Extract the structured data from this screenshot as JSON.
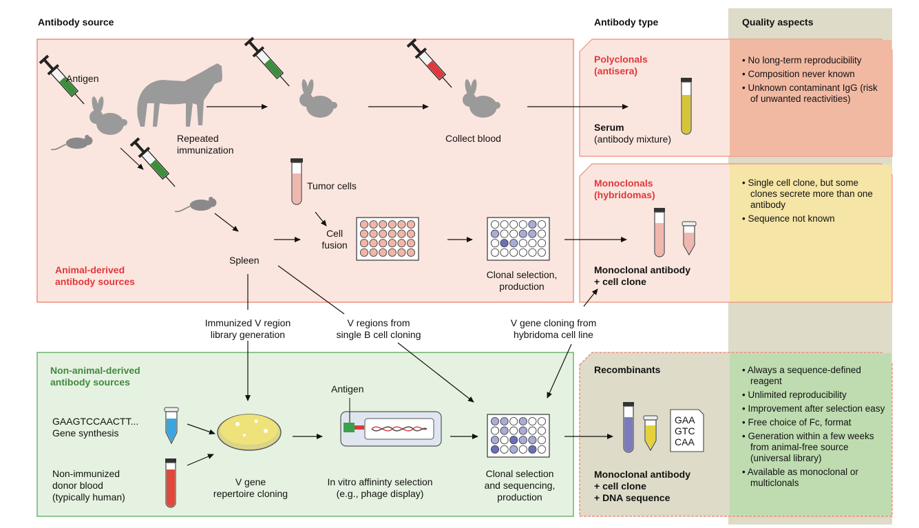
{
  "headers": {
    "source": "Antibody source",
    "type": "Antibody type",
    "quality": "Quality aspects"
  },
  "animal": {
    "title_line1": "Animal-derived",
    "title_line2": "antibody sources",
    "antigen": "Antigen",
    "repeated1": "Repeated",
    "repeated2": "immunization",
    "collect_blood": "Collect blood",
    "tumor_cells": "Tumor cells",
    "cell1": "Cell",
    "cell2": "fusion",
    "spleen": "Spleen",
    "clonal1": "Clonal selection,",
    "clonal2": "production"
  },
  "middle": {
    "immunized1": "Immunized V region",
    "immunized2": "library generation",
    "vregions1": "V regions from",
    "vregions2": "single B cell cloning",
    "vgene1": "V gene cloning from",
    "vgene2": "hybridoma cell line"
  },
  "nonanimal": {
    "title_line1": "Non-animal-derived",
    "title_line2": "antibody sources",
    "sequence": "GAAGTCCAACTT...",
    "gene_synthesis": "Gene synthesis",
    "donor1": "Non-immunized",
    "donor2": "donor blood",
    "donor3": "(typically human)",
    "repertoire1": "V gene",
    "repertoire2": "repertoire cloning",
    "antigen": "Antigen",
    "invitro1": "In vitro affininty selection",
    "invitro2": "(e.g., phage display)",
    "clonal1": "Clonal selection",
    "clonal2": "and sequencing,",
    "clonal3": "production"
  },
  "types": {
    "poly_title1": "Polyclonals",
    "poly_title2": "(antisera)",
    "serum": "Serum",
    "serum_sub": "(antibody mixture)",
    "mono_title1": "Monoclonals",
    "mono_title2": "(hybridomas)",
    "mono_out1": "Monoclonal antibody",
    "mono_out2": "+ cell clone",
    "rec_title": "Recombinants",
    "rec_out1": "Monoclonal antibody",
    "rec_out2": "+ cell clone",
    "rec_out3": "+ DNA sequence",
    "dna1": "GAA",
    "dna2": "GTC",
    "dna3": "CAA"
  },
  "quality": {
    "poly": [
      "• No long-term reproducibility",
      "• Composition never known",
      "• Unknown contaminant IgG (risk of unwanted reactivities)"
    ],
    "mono": [
      "• Single cell clone, but some clones secrete more than one antibody",
      "• Sequence not known"
    ],
    "rec": [
      "• Always a sequence-defined reagent",
      "• Unlimited reproducibility",
      "• Improvement after selection easy",
      "• Free choice of Fc, format",
      "• Generation within a few weeks from animal-free source (universal library)",
      "• Available as monoclonal or multiclonals"
    ]
  },
  "colors": {
    "animal_bg": "#fbe6df",
    "animal_border": "#ee8e78",
    "nonanimal_bg": "#e6f2e1",
    "nonanimal_border": "#6db46d",
    "quality_column": "#dedbc8",
    "poly_quality": "#f2b9a2",
    "mono_quality": "#f5e5a6",
    "rec_quality": "#bfdcb1"
  }
}
